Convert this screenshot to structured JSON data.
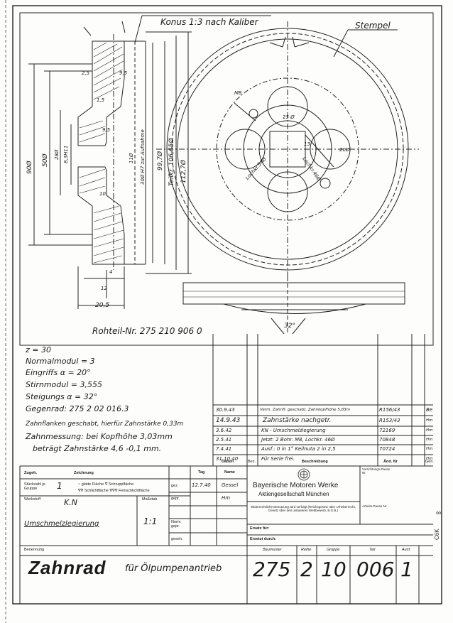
{
  "drawing": {
    "dim_labels": {
      "konus": "Konus 1:3 nach Kaliber",
      "stempel": "Stempel",
      "d90": "90Ø",
      "d50": "50Ø",
      "d28": "28Ø",
      "d33h": "8,3H11",
      "d11": "11Ø",
      "d30h7": "30Ø H7 zur Aufnahme",
      "d99": "99,7Ø",
      "teilkr": "Teilkr. 106,65Ø",
      "d112": "112,7Ø",
      "w95a": "9,5",
      "w95b": "9,5",
      "w15": "1,5",
      "w10": "10",
      "w25": "2,5",
      "w4": "4",
      "w12": "12",
      "w205": "20,5",
      "m8": "M8",
      "d25": "25 Ø",
      "d20": "20Ø",
      "w13": "13",
      "loch54": "Lochkr.54Ø",
      "loch46": "Lochkr.46Ø",
      "ang32": "32°"
    },
    "rohteil": "Rohteil-Nr. 275 210 906 0",
    "specs": [
      "z = 30",
      "Normalmodul = 3",
      "Eingriffs α = 20°",
      "Stirnmodul = 3,555",
      "Steigungs α = 32°",
      "Gegenrad: 275 2 02 016.3",
      "Zahnflanken geschabt, hierfür Zahnstärke 0,33m",
      "Zahnmessung: bei Kopfhöhe 3,03mm",
      "beträgt Zahnstärke 4,6 -0,1 mm."
    ]
  },
  "revisions": {
    "rows": [
      {
        "date": "30.9.43",
        "desc": "Verm. Zahnfl. geschabt, Zahnkopfhöhe 5,83m",
        "nr": "R156/43",
        "sig": "Be"
      },
      {
        "date": "14.9.43",
        "desc": "Zahnstärke nachgetr.",
        "nr": "R153/43",
        "sig": "Hm"
      },
      {
        "date": "3.6.42",
        "desc": "KN - Umschmelzlegierung",
        "nr": "72169",
        "sig": "Hm"
      },
      {
        "date": "2.5.41",
        "desc": "Jetzt: 2 Bohr. M8, Lochkr. 46Ø",
        "nr": "70848",
        "sig": "Hm"
      },
      {
        "date": "7.4.41",
        "desc": "Ausf.: 0 in 1° Keilnuta 2 in 2,5",
        "nr": "70724",
        "sig": "Hm"
      },
      {
        "date": "31.10.40",
        "desc": "Für Serie frei.",
        "nr": "",
        "sig": "Hm"
      }
    ],
    "headers": {
      "datum": "Datum",
      "bez": "Bez.",
      "beschreibung": "Beschreibung",
      "aend": "Änd. Nr",
      "gen": "Gen."
    }
  },
  "title_block": {
    "zugeh": "Zugeh.",
    "zeichnung": "Zeichnung",
    "stueckzahl": "Stückzahl je Gruppe",
    "qty": "1",
    "surface1": "~ glatte Fläche   ∇ Schruppfläche",
    "surface2": "∇∇ Schlichtfläche ∇∇∇ Feinschlichtfläche",
    "werkstoff_label": "Werkstoff",
    "werkstoff_val": "K.N",
    "werkstoff_note": "Umschmelzlegierung",
    "massstab_label": "Maßstab",
    "massstab_val": "1:1",
    "tag": "Tag",
    "name": "Name",
    "gez": "gez.",
    "gez_date": "12.7.40",
    "gez_name": "Gessel",
    "gepr": "gepr.",
    "gepr_name": "Hm",
    "norm": "Norm gepr.",
    "geseh": "geseh.",
    "company1": "Bayerische Motoren Werke",
    "company2": "Aktiengesellschaft München",
    "legal": "Widerrechtliche Benutzung wird verfolgt (Reichsgesetz über Urheberrecht, Gesetz über den unlauteren Wettbewerb, B.G.B.)",
    "vorrichtung": "Vorrichtungs-Pause Nr",
    "arbeits": "Arbeits-Pause Nr",
    "ersatz_fuer": "Ersatz für:",
    "ersetzt_durch": "Ersetzt durch:",
    "benennung_label": "Benennung",
    "benennung_main": "Zahnrad",
    "benennung_sub": "für Ölpumpenantrieb",
    "baumuster_label": "Baumuster",
    "reihe_label": "Reihe",
    "gruppe_label": "Gruppe",
    "teil_label": "Teil",
    "ausf_label": "Ausf.",
    "baumuster": "275",
    "reihe": "2",
    "gruppe": "10",
    "teil": "006",
    "ausf": "1",
    "side_mark": "∞",
    "side_code": "C6K"
  }
}
